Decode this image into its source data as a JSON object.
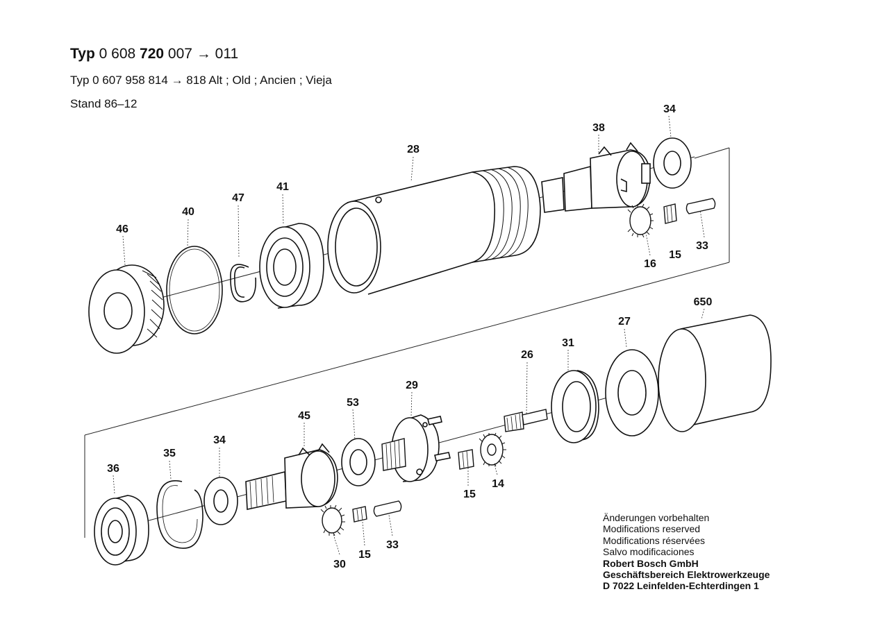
{
  "header": {
    "line1": {
      "typ": "Typ",
      "part_a": "0 608",
      "part_b": "720",
      "part_c": "007",
      "arrow": "→",
      "part_d": "011"
    },
    "line2": "Typ 0 607 958 814  →  818  Alt ; Old ; Ancien ; Vieja",
    "line3": "Stand  86–12"
  },
  "parts": {
    "p46": "46",
    "p40": "40",
    "p47": "47",
    "p41": "41",
    "p28": "28",
    "p38": "38",
    "p34_top": "34",
    "p16": "16",
    "p15_top": "15",
    "p33_top": "33",
    "p650": "650",
    "p27": "27",
    "p31": "31",
    "p26": "26",
    "p29": "29",
    "p53": "53",
    "p45": "45",
    "p34_bot": "34",
    "p35": "35",
    "p36": "36",
    "p15_mid": "15",
    "p14": "14",
    "p30": "30",
    "p15_bot": "15",
    "p33_bot": "33"
  },
  "footer": {
    "l1": "Änderungen vorbehalten",
    "l2": "Modifications reserved",
    "l3": "Modifications réservées",
    "l4": "Salvo modificaciones",
    "l5": "Robert Bosch GmbH",
    "l6": "Geschäftsbereich Elektrowerkzeuge",
    "l7": "D 7022 Leinfelden-Echterdingen 1"
  }
}
